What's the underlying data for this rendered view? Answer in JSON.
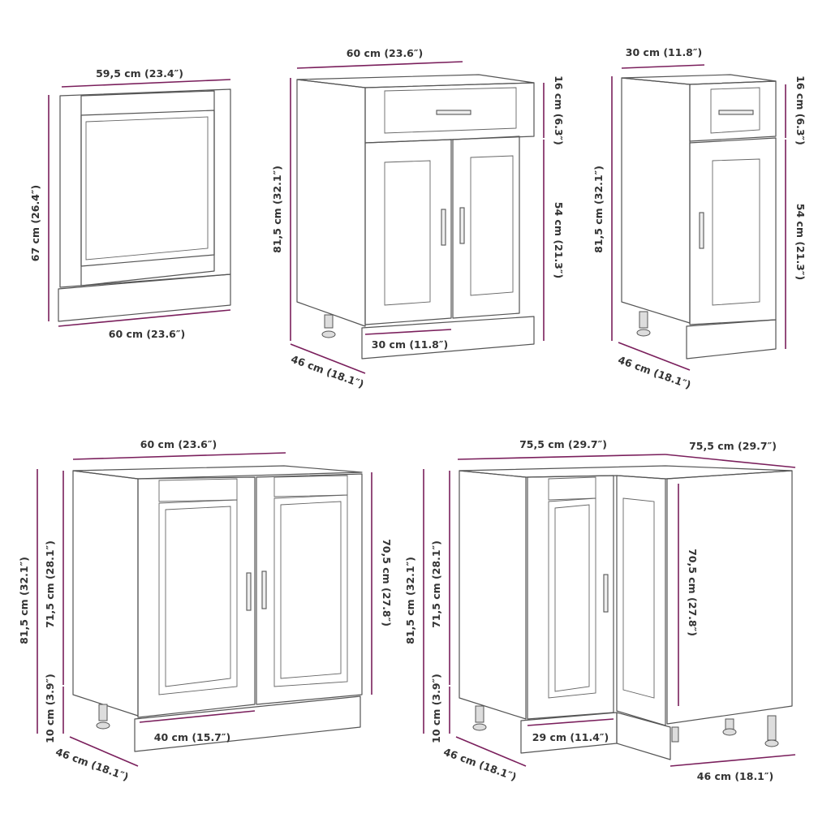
{
  "colors": {
    "dimension_line": "#7a1f5c",
    "drawing_line": "#555555",
    "label_text": "#333333"
  },
  "products": [
    {
      "name": "dishwasher-panel",
      "labels": {
        "top_width": "59,5 cm (23.4″)",
        "height": "67 cm (26.4″)",
        "bottom_width": "60 cm (23.6″)"
      }
    },
    {
      "name": "drawer-base-cabinet-60",
      "labels": {
        "width": "60 cm (23.6″)",
        "drawer_height": "16 cm (6.3″)",
        "total_height": "81,5 cm (32.1″)",
        "door_height": "54 cm (21.3″)",
        "door_width": "30 cm (11.8″)",
        "depth": "46 cm (18.1″)"
      }
    },
    {
      "name": "drawer-base-cabinet-30",
      "labels": {
        "width": "30 cm (11.8″)",
        "drawer_height": "16 cm (6.3″)",
        "total_height": "81,5 cm (32.1″)",
        "door_height": "54 cm (21.3″)",
        "depth": "46 cm (18.1″)"
      }
    },
    {
      "name": "sink-base-cabinet-60",
      "labels": {
        "width": "60 cm (23.6″)",
        "total_height": "81,5 cm (32.1″)",
        "body_height": "71,5 cm (28.1″)",
        "plinth_height": "10 cm (3.9″)",
        "door_height": "70,5 cm (27.8″)",
        "door_width": "40 cm (15.7″)",
        "depth": "46 cm (18.1″)"
      }
    },
    {
      "name": "corner-base-cabinet",
      "labels": {
        "width_left": "75,5 cm (29.7″)",
        "width_right": "75,5 cm (29.7″)",
        "total_height": "81,5 cm (32.1″)",
        "body_height": "71,5 cm (28.1″)",
        "plinth_height": "10 cm (3.9″)",
        "door_height": "70,5 cm (27.8″)",
        "door_width": "29 cm (11.4″)",
        "depth_left": "46 cm (18.1″)",
        "depth_right": "46 cm (18.1″)"
      }
    }
  ]
}
